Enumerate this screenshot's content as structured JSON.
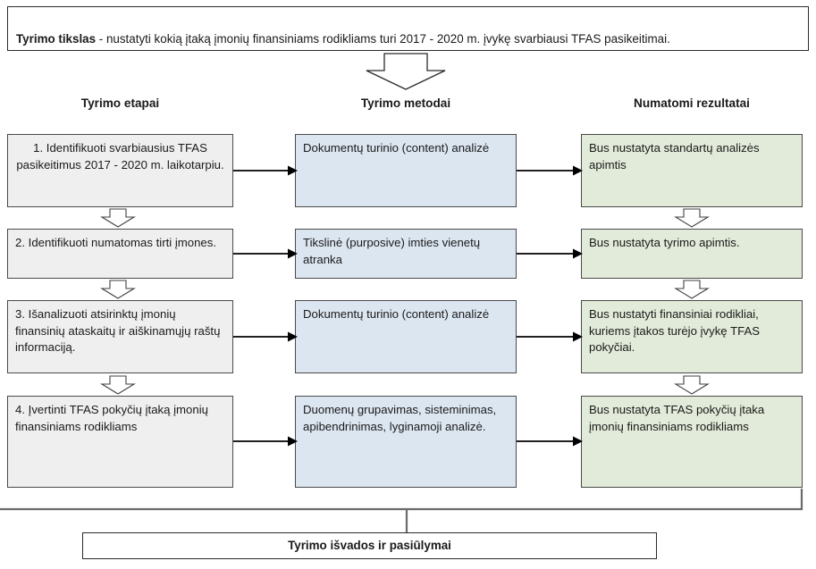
{
  "diagram": {
    "aim": {
      "label_bold": "Tyrimo tikslas",
      "text": " - nustatyti kokią įtaką įmonių finansiniams rodikliams turi 2017 - 2020 m. įvykę svarbiausi TFAS pasikeitimai."
    },
    "column_headers": [
      {
        "id": "stages",
        "label": "Tyrimo etapai"
      },
      {
        "id": "methods",
        "label": "Tyrimo metodai"
      },
      {
        "id": "results",
        "label": "Numatomi rezultatai"
      }
    ],
    "rows": [
      {
        "stage": "1. Identifikuoti svarbiausius TFAS pasikeitimus 2017 - 2020 m. laikotarpiu.",
        "method": "Dokumentų turinio (content) analizė",
        "result": "Bus nustatyta standartų analizės apimtis"
      },
      {
        "stage": "2.  Identifikuoti numatomas tirti įmones.",
        "method": "Tikslinė (purposive) imties vienetų atranka",
        "result": "Bus nustatyta tyrimo apimtis."
      },
      {
        "stage": "3. Išanalizuoti atsirinktų įmonių finansinių ataskaitų ir aiškinamųjų raštų informaciją.",
        "method": "Dokumentų turinio (content) analizė",
        "result": "Bus nustatyti finansiniai rodikliai, kuriems įtakos turėjo įvykę TFAS pokyčiai."
      },
      {
        "stage": "4. Įvertinti TFAS pokyčių įtaką įmonių finansiniams rodikliams",
        "method": "Duomenų grupavimas, sisteminimas, apibendrinimas, lyginamoji analizė.",
        "result": "Bus nustatyta TFAS pokyčių įtaka įmonių finansiniams rodikliams"
      }
    ],
    "conclusion": "Tyrimo išvados ir pasiūlymai",
    "colors": {
      "stage_fill": "#efefef",
      "method_fill": "#dce6f1",
      "result_fill": "#e2ebd9",
      "box_stroke": "#4a4a4a",
      "arrow": "#000000",
      "bracket": "#6b6b6b",
      "background": "#ffffff"
    }
  }
}
